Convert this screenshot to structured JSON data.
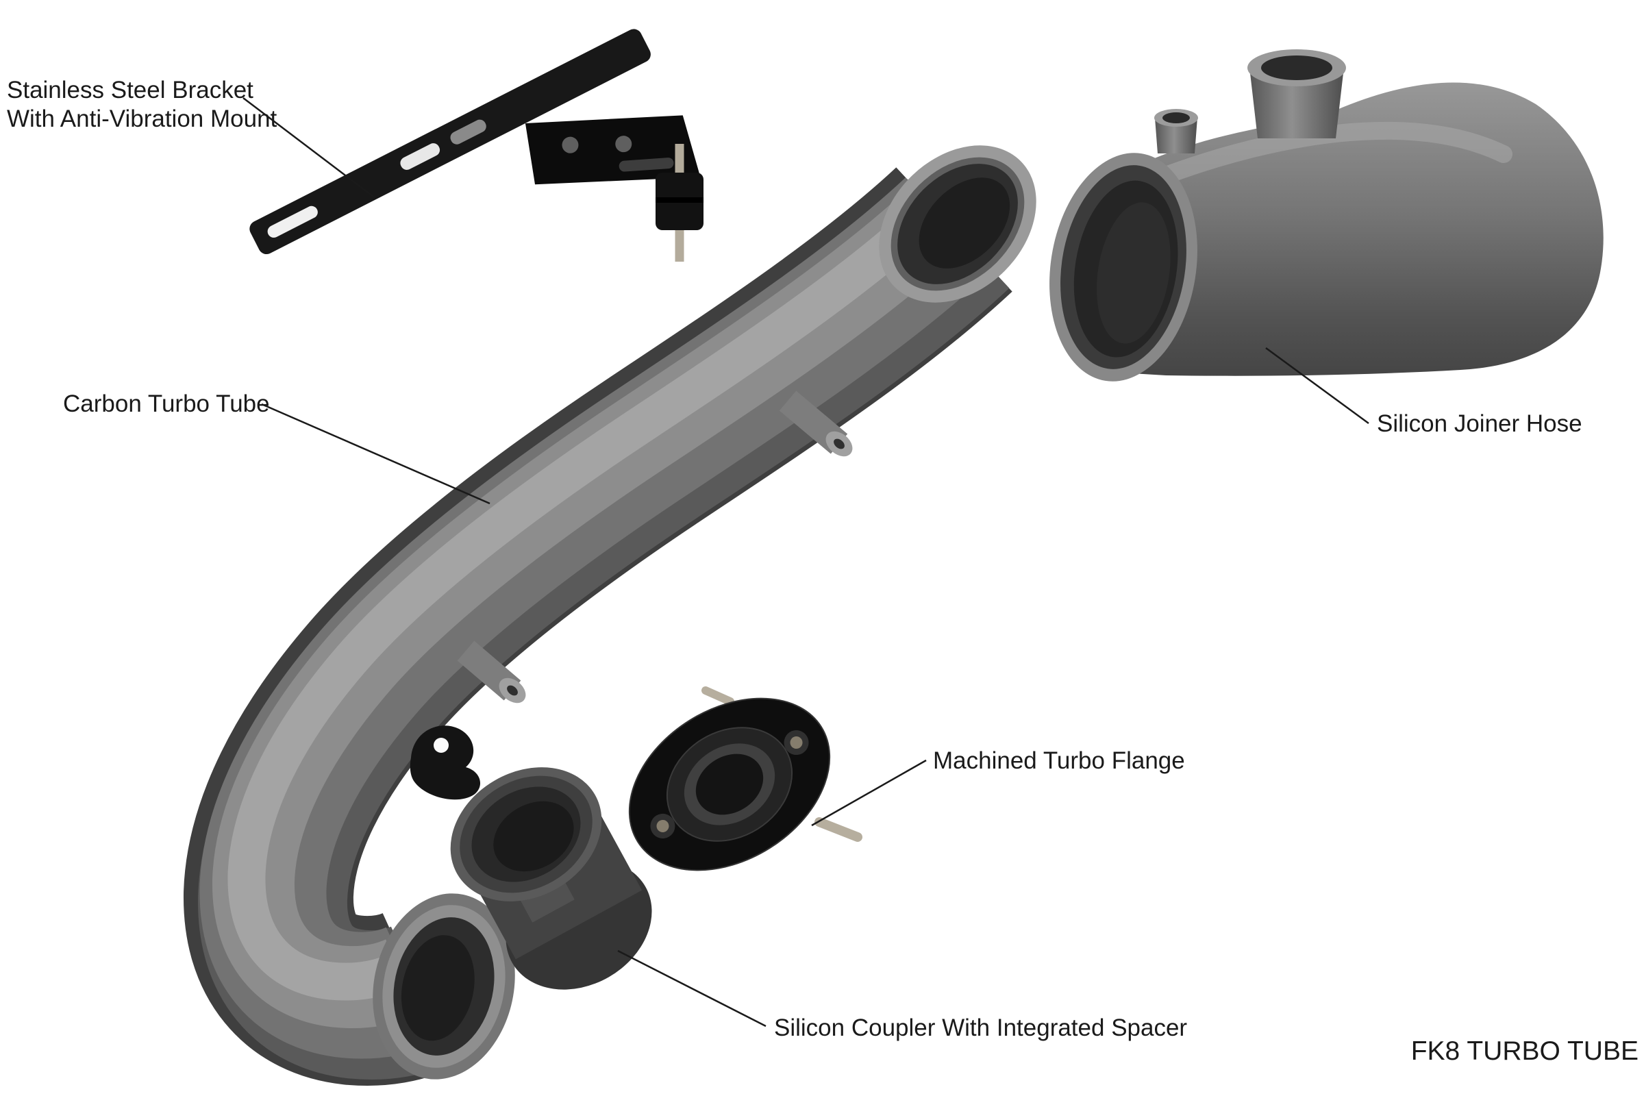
{
  "diagram": {
    "title": "FK8 TURBO TUBE",
    "labels": {
      "bracket_line1": "Stainless Steel Bracket",
      "bracket_line2": "With Anti-Vibration Mount",
      "carbon_tube": "Carbon Turbo Tube",
      "joiner_hose": "Silicon Joiner Hose",
      "turbo_flange": "Machined Turbo Flange",
      "coupler": "Silicon Coupler With Integrated Spacer"
    },
    "colors": {
      "background": "#ffffff",
      "label_text": "#1a1a1a",
      "leader_line": "#1a1a1a",
      "tube_gray": "#7a7a7a",
      "dark_component": "#141414",
      "stud_tan": "#b6ae9e"
    }
  }
}
